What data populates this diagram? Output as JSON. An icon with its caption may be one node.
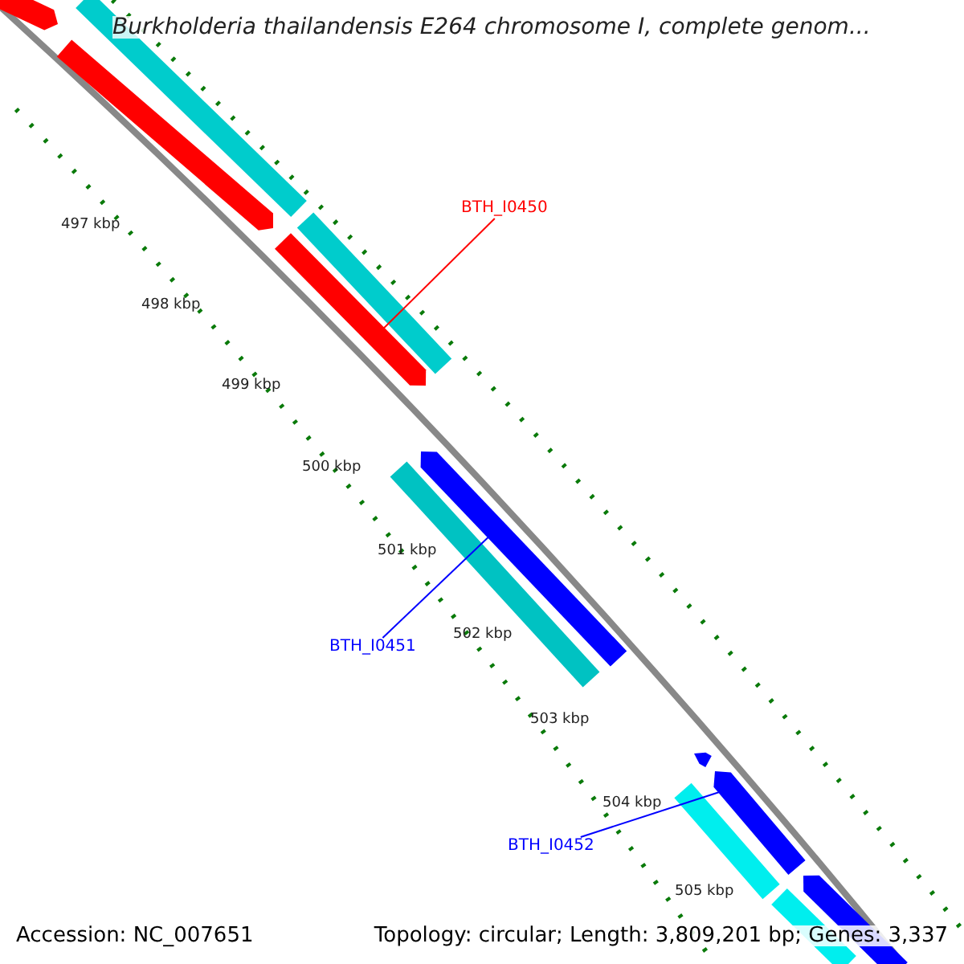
{
  "diagram": {
    "title": "Burkholderia thailandensis E264 chromosome I, complete genom...",
    "nodes": [
      {
        "text": [
          "BTH_I0450"
        ]
      },
      {
        "text": [
          "BTH_I0451"
        ]
      },
      {
        "text": [
          "BTH_I0452"
        ]
      },
      {
        "text": [],
        "shape": "bar"
      },
      {
        "text": [],
        "shape": "bar"
      },
      {
        "text": [],
        "shape": "bar"
      },
      {
        "text": [],
        "shape": "bar"
      },
      {
        "text": [],
        "shape": "bar"
      },
      {
        "text": [],
        "shape": "bar"
      },
      {
        "text": [],
        "shape": "bar"
      },
      {
        "text": [],
        "shape": "bar"
      },
      {
        "text": [],
        "shape": "bar"
      },
      {
        "text": [],
        "shape": "bar"
      },
      {
        "text": [],
        "shape": "bar"
      },
      {
        "text": [],
        "shape": "bar"
      }
    ],
    "edges": [
      {
        "from": 0,
        "to": 7,
        "arrow": "none",
        "color": "#ff0000"
      },
      {
        "from": 1,
        "to": 8,
        "arrow": "none",
        "color": "#0000ff"
      },
      {
        "from": 2,
        "to": 11,
        "arrow": "none",
        "color": "#0000ff"
      }
    ],
    "labels": [
      "497 kbp",
      "498 kbp",
      "499 kbp",
      "500 kbp",
      "501 kbp",
      "502 kbp",
      "503 kbp",
      "504 kbp",
      "505 kbp",
      "Accession: NC_007651",
      "Topology: circular; Length: 3,809,201 bp; Genes: 3,337"
    ]
  }
}
